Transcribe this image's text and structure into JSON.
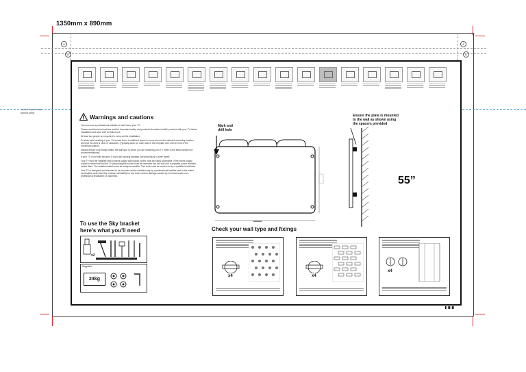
{
  "document": {
    "size_label": "1350mm x 890mm",
    "side_note": "Vendor to perforate (bound print)"
  },
  "warnings": {
    "title": "Warnings and cautions",
    "items": [
      "You must use a professional installer to wall mount your TV.",
      "Please read these instructions and the 'important safety and product information leaflet' provided with your TV before installation and save both for future use.",
      "At least two people are required to carry out the installation.",
      "To allow safe handling of your TV ensure there is sufficient space to move around the intended mounting location and that the area is clear of obstacles. (Typically allow 1m each side of the template and 1.5m in front of the mounting location).",
      "Always ensure your fixings match the wall type to which you are mounting your TV (refer to the below section for recommendations).",
      "If your TV is not fully secured, it could fall causing damage, personal injury or even death.",
      "Your TV must be installed near a mains supply wall socket, which must be easily accessible. If the mains supply socket is hidden behind the TV (assuming the socket must be recessed into the wall and a separate power isolation switch fitted. The isolation switch must be easily accessible. This work must be carried out by a qualified electrician.",
      "Your TV is designed and intended to be mounted and/or installed only by a professional installer and to the extent permissible under law Sky excludes all liability for any future and/or damage caused by incorrect and/or non-professional installation or assembly."
    ]
  },
  "bracket": {
    "title_line1": "To use the Sky bracket",
    "title_line2": "here's what you'll need",
    "tools_quantity": "x2",
    "supplied_label": "Supplied",
    "weight": "23kg"
  },
  "diagram": {
    "mark_label_1": "Mark and",
    "mark_label_2": "drill hole",
    "ensure_1": "Ensure the plate is mounted",
    "ensure_2": "to the wall as shown using",
    "ensure_3": "the spacers provided",
    "tv_size": "55”"
  },
  "wall": {
    "title": "Check your wall type and fixings",
    "boxes": [
      {
        "quantity": "x4"
      },
      {
        "quantity": "x4"
      },
      {
        "quantity": "x4"
      }
    ]
  },
  "registration_marks": [
    "A",
    "A",
    "B",
    "B"
  ]
}
